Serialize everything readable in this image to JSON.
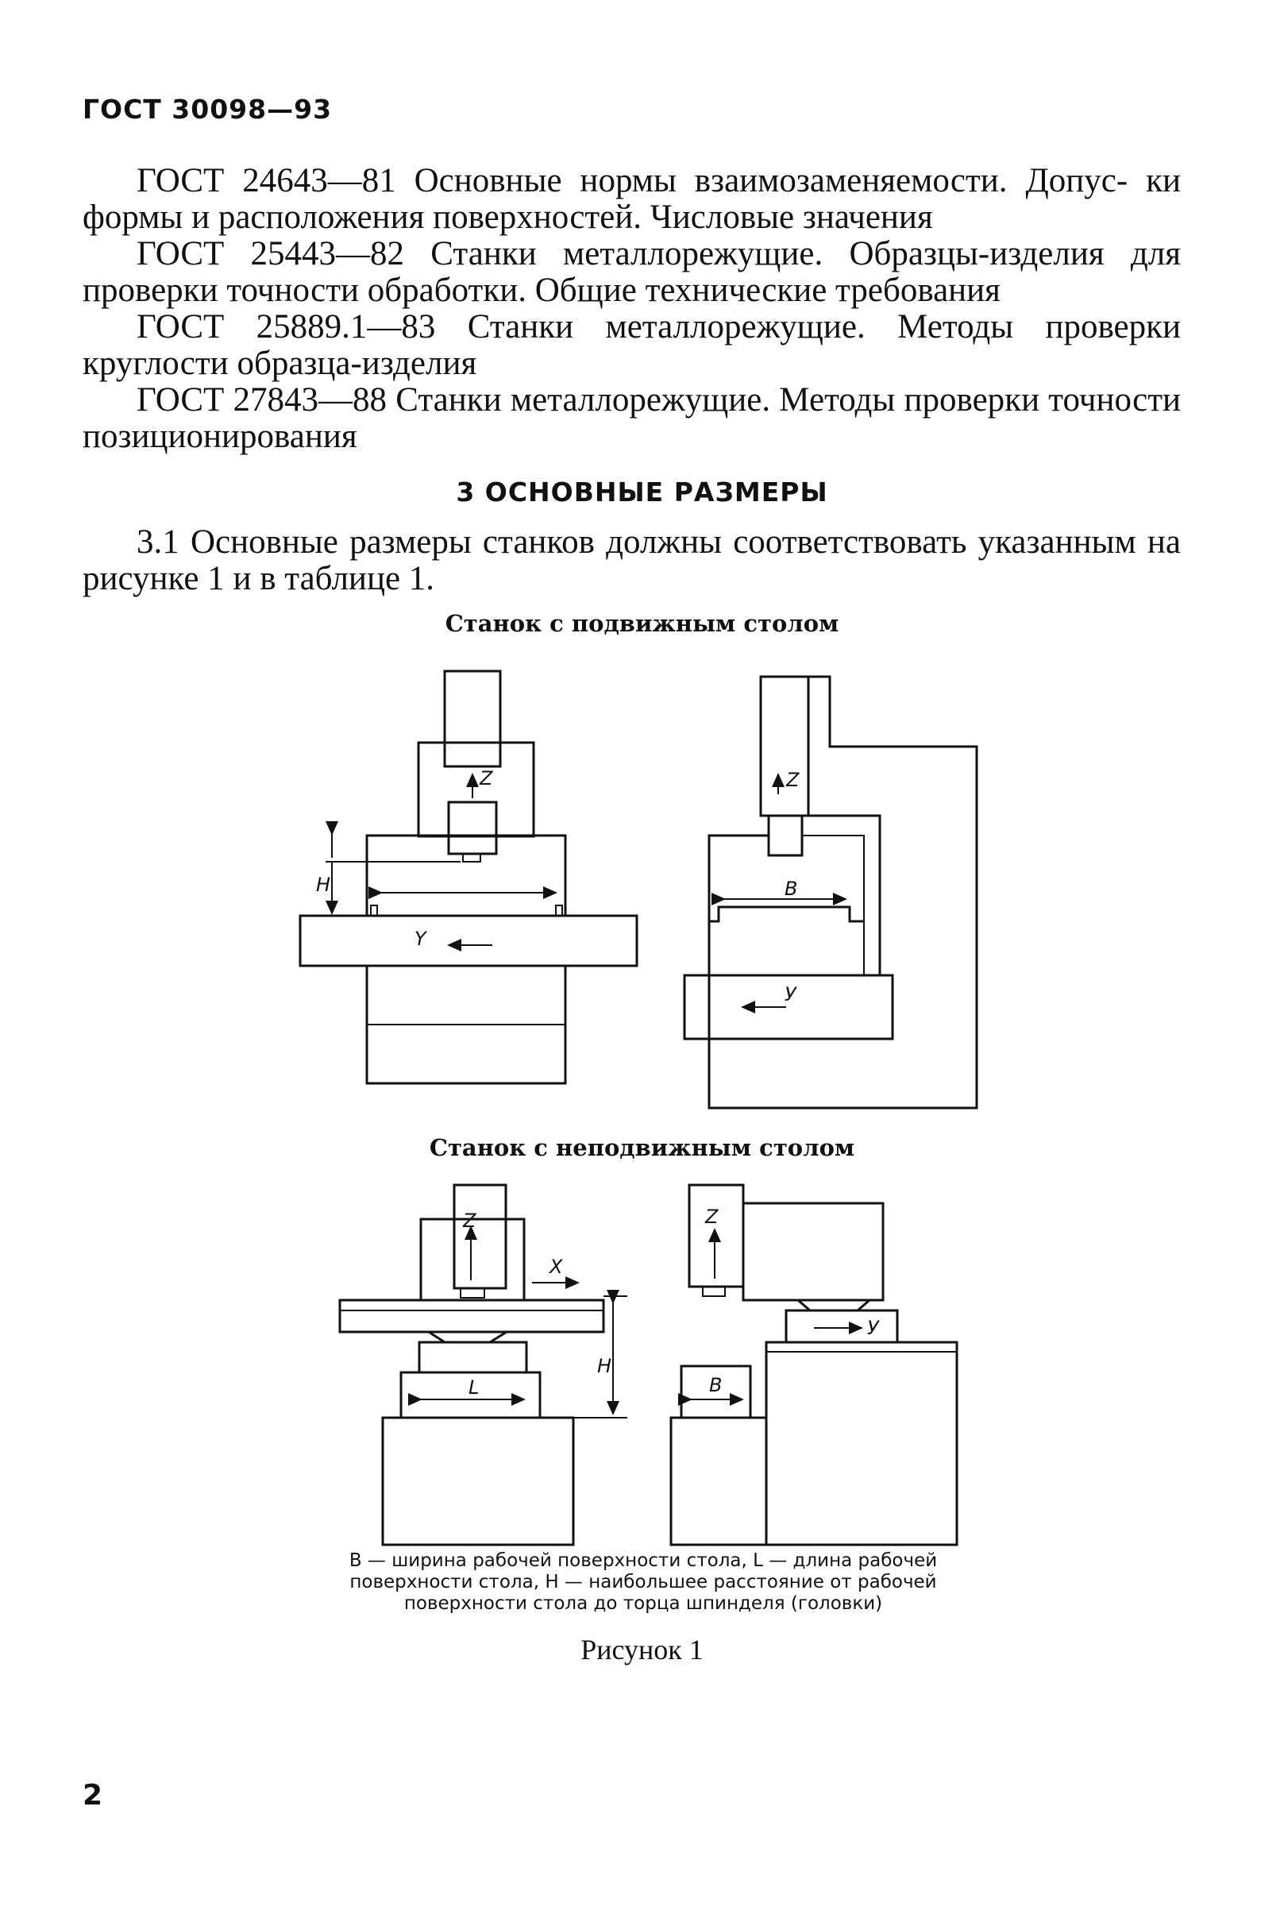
{
  "header": {
    "doc_code": "ГОСТ 30098—93"
  },
  "references": [
    {
      "first": "ГОСТ 24643—81 Основные нормы взаимозаменяемости. Допус-",
      "rest": "ки формы и расположения поверхностей. Числовые значения"
    },
    {
      "first": "ГОСТ 25443—82 Станки металлорежущие. Образцы-изделия для",
      "rest": "проверки точности обработки. Общие технические требования"
    },
    {
      "first": "ГОСТ 25889.1—83 Станки металлорежущие. Методы проверки",
      "rest": "круглости образца-изделия"
    },
    {
      "first": "ГОСТ 27843—88 Станки металлорежущие. Методы проверки",
      "rest": "точности позиционирования"
    }
  ],
  "section": {
    "title": "3 ОСНОВНЫЕ РАЗМЕРЫ"
  },
  "clause_3_1": "3.1 Основные размеры станков должны соответствовать указанным на рисунке 1 и в таблице 1.",
  "figure": {
    "subtitle_movable": "Станок с подвижным столом",
    "subtitle_fixed": "Станок с неподвижным столом",
    "labels": {
      "z_top_left": "Z",
      "h_top_left": "H",
      "y_top_left": "Y",
      "z_top_right": "Z",
      "b_top_right": "B",
      "y_top_right": "У",
      "z_bottom_left": "Z",
      "x_bottom_left": "X",
      "h_bottom_left": "H",
      "l_bottom_left": "L",
      "z_bottom_right": "Z",
      "y_bottom_right": "У",
      "b_bottom_right": "B"
    },
    "caption": "B — ширина рабочей поверхности стола, L — длина рабочей поверхности стола, H — наибольшее расстояние от рабочей поверхности стола до торца шпинделя (головки)",
    "title": "Рисунок 1"
  },
  "page_number": "2"
}
